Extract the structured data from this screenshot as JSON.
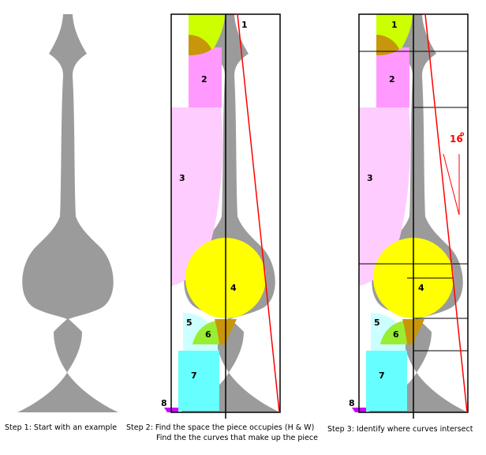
{
  "steps": [
    {
      "caption": "Step 1: Start with an example"
    },
    {
      "caption": "Step 2: Find the space the piece occupies (H & W)",
      "caption2": "Find the the curves that make up the piece"
    },
    {
      "caption": "Step 3:  Identify where curves intersect"
    }
  ],
  "piece_labels": [
    "1",
    "2",
    "3",
    "4",
    "5",
    "6",
    "7",
    "8"
  ],
  "angle_label": "16",
  "angle_unit": "o",
  "colors": {
    "silhouette": "#9b9b9b",
    "piece1": "#ccff00",
    "overlap": "#c8960a",
    "piece2": "#ff99ff",
    "piece3": "#ffccff",
    "piece4": "#ffff00",
    "piece5": "#ccffff",
    "piece6": "#99ee33",
    "piece7": "#66ffff",
    "piece8": "#cc00ff",
    "guide_line": "#ff0000",
    "frame": "#000000"
  }
}
